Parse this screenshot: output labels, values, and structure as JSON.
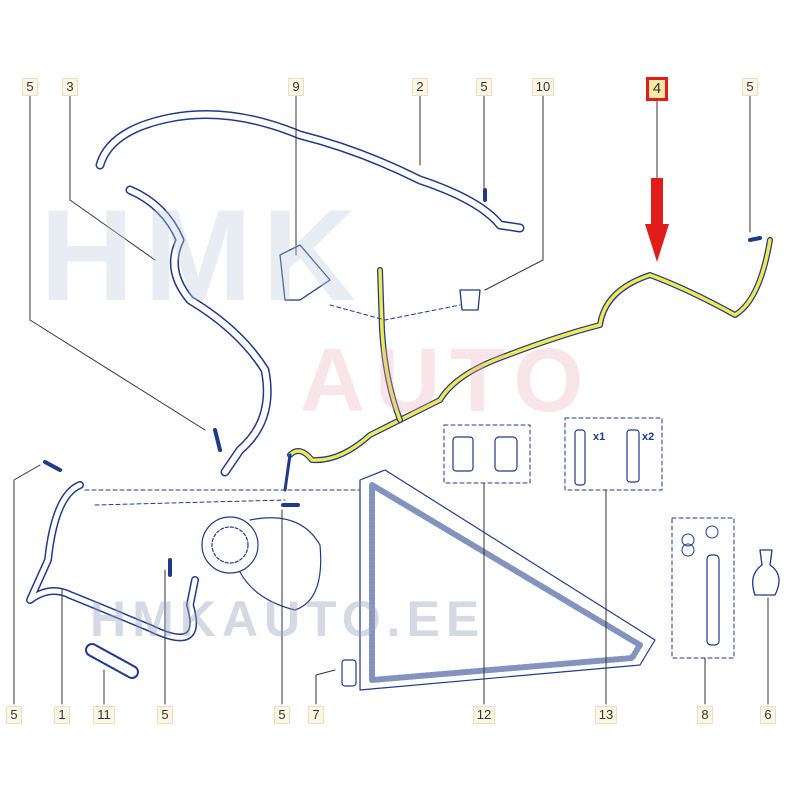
{
  "watermark": {
    "line1": "HMK",
    "line2": "AUTO",
    "line3": "HMKAUTO.EE"
  },
  "callouts": {
    "top": [
      {
        "n": "5",
        "highlight": false
      },
      {
        "n": "3",
        "highlight": false
      },
      {
        "n": "9",
        "highlight": false
      },
      {
        "n": "2",
        "highlight": false
      },
      {
        "n": "5",
        "highlight": false
      },
      {
        "n": "10",
        "highlight": false
      },
      {
        "n": "4",
        "highlight": true
      },
      {
        "n": "5",
        "highlight": false
      }
    ],
    "bottom": [
      {
        "n": "5"
      },
      {
        "n": "1"
      },
      {
        "n": "11"
      },
      {
        "n": "5"
      },
      {
        "n": "5"
      },
      {
        "n": "7"
      },
      {
        "n": "12"
      },
      {
        "n": "13"
      },
      {
        "n": "8"
      },
      {
        "n": "6"
      }
    ]
  },
  "quantities": {
    "valve_a": "x1",
    "valve_b": "x2"
  },
  "colors": {
    "line": "#1e3a8a",
    "highlight_pipe": "#f2e94e",
    "highlight_frame": "#e21b1b",
    "arrow": "#e21b1b"
  }
}
